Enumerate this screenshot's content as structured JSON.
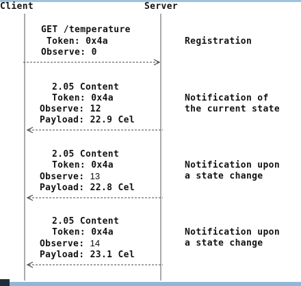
{
  "colors": {
    "background": "#ffffff",
    "text": "#111111",
    "top_edge": "#9ec3e0",
    "bottom_edge": "#8fb8d8"
  },
  "header": {
    "client_label": "Client",
    "server_label": "Server"
  },
  "exchanges": [
    {
      "direction": "client-to-server",
      "lines": [
        "GET /temperature",
        "Token: 0x4a",
        "Observe: 0"
      ],
      "note": [
        "Registration"
      ]
    },
    {
      "direction": "server-to-client",
      "lines": [
        "2.05 Content",
        "Token: 0x4a",
        "Observe: 12",
        "Payload: 22.9 Cel"
      ],
      "note": [
        "Notification of",
        "the current state"
      ]
    },
    {
      "direction": "server-to-client",
      "lines": [
        "2.05 Content",
        "Token: 0x4a",
        "Observe: 13",
        "Payload: 22.8 Cel"
      ],
      "note": [
        "Notification upon",
        "a state change"
      ]
    },
    {
      "direction": "server-to-client",
      "lines": [
        "2.05 Content",
        "Token: 0x4a",
        "Observe: 14",
        "Payload: 23.1 Cel"
      ],
      "note": [
        "Notification upon",
        "a state change"
      ]
    }
  ]
}
